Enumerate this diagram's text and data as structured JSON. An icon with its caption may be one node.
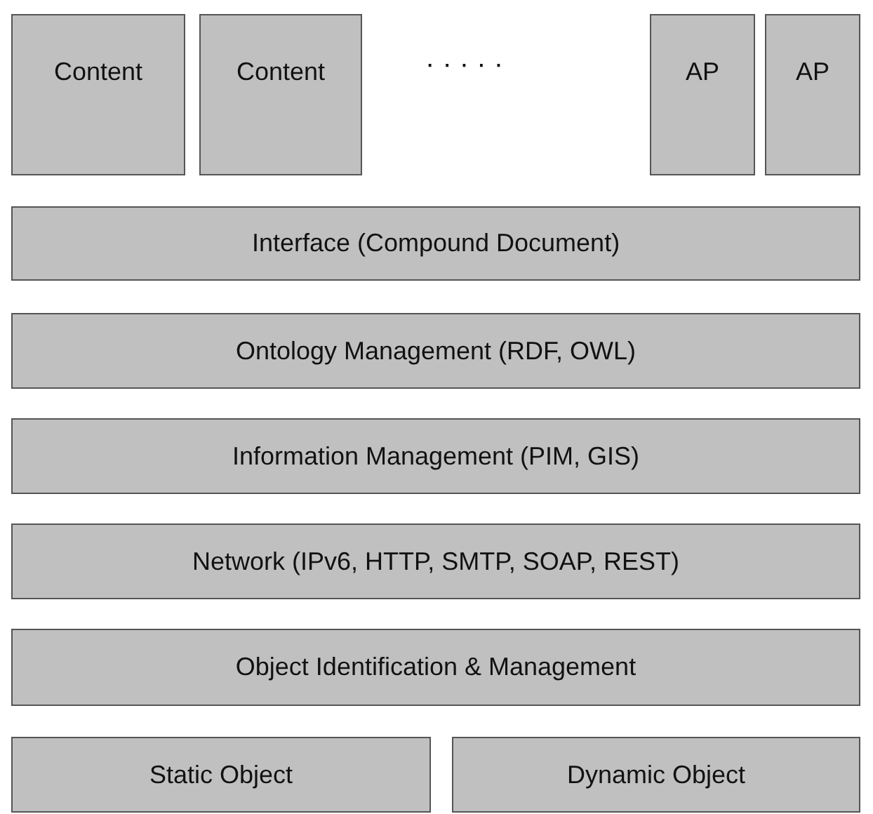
{
  "diagram": {
    "nodes": [
      {
        "text": [
          "Content"
        ]
      },
      {
        "text": [
          "Content"
        ]
      },
      {
        "text": [
          "AP"
        ]
      },
      {
        "text": [
          "AP"
        ]
      },
      {
        "text": [
          "Interface (Compound Document)"
        ]
      },
      {
        "text": [
          "Ontology Management (RDF, OWL)"
        ]
      },
      {
        "text": [
          "Information Management (PIM, GIS)"
        ]
      },
      {
        "text": [
          "Network (IPv6, HTTP, SMTP, SOAP, REST)"
        ]
      },
      {
        "text": [
          "Object Identification & Management"
        ]
      },
      {
        "text": [
          "Static Object"
        ]
      },
      {
        "text": [
          "Dynamic Object"
        ]
      }
    ],
    "labels": [
      "· · · · ·"
    ]
  }
}
